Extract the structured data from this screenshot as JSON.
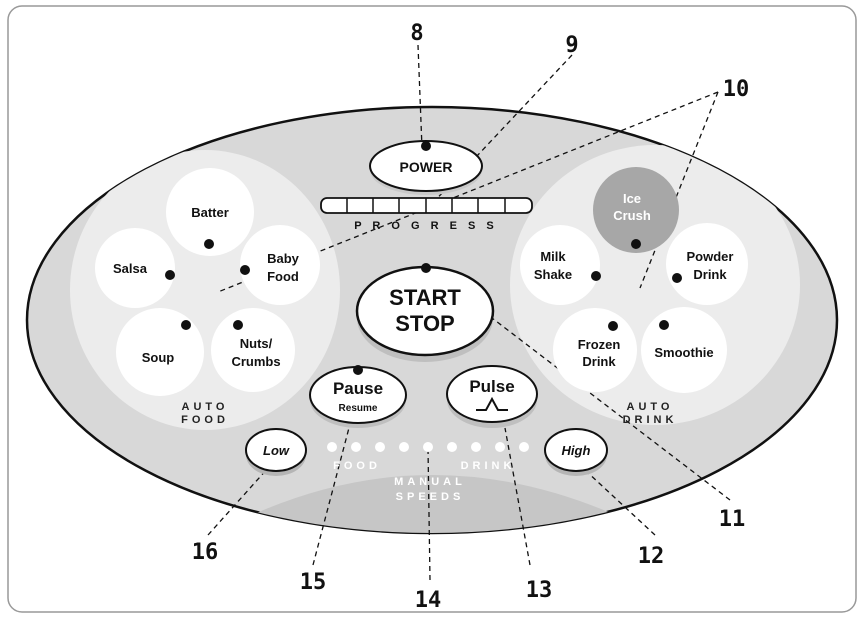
{
  "callouts": [
    "8",
    "9",
    "10",
    "11",
    "12",
    "13",
    "14",
    "15",
    "16"
  ],
  "buttons": {
    "power": "POWER",
    "start": "START",
    "stop": "STOP",
    "pause": "Pause",
    "resume": "Resume",
    "pulse": "Pulse",
    "low": "Low",
    "high": "High"
  },
  "progress_label": "P R O G R E S S",
  "auto_food": {
    "title_line1": "AUTO",
    "title_line2": "FOOD",
    "items": {
      "batter": "Batter",
      "salsa": "Salsa",
      "baby_food_1": "Baby",
      "baby_food_2": "Food",
      "soup": "Soup",
      "nuts_1": "Nuts/",
      "nuts_2": "Crumbs"
    }
  },
  "auto_drink": {
    "title_line1": "AUTO",
    "title_line2": "DRINK",
    "items": {
      "ice_1": "Ice",
      "ice_2": "Crush",
      "milk_1": "Milk",
      "milk_2": "Shake",
      "powder_1": "Powder",
      "powder_2": "Drink",
      "frozen_1": "Frozen",
      "frozen_2": "Drink",
      "smoothie": "Smoothie"
    }
  },
  "manual": {
    "food_label": "FOOD",
    "drink_label": "DRINK",
    "title_line1": "MANUAL",
    "title_line2": "SPEEDS"
  },
  "colors": {
    "outer_panel": "#ededed",
    "inner_field": "#d8d8d8",
    "manual_zone": "#c6c6c6",
    "ice_crush": "#a7a7a7",
    "button": "#ffffff"
  }
}
